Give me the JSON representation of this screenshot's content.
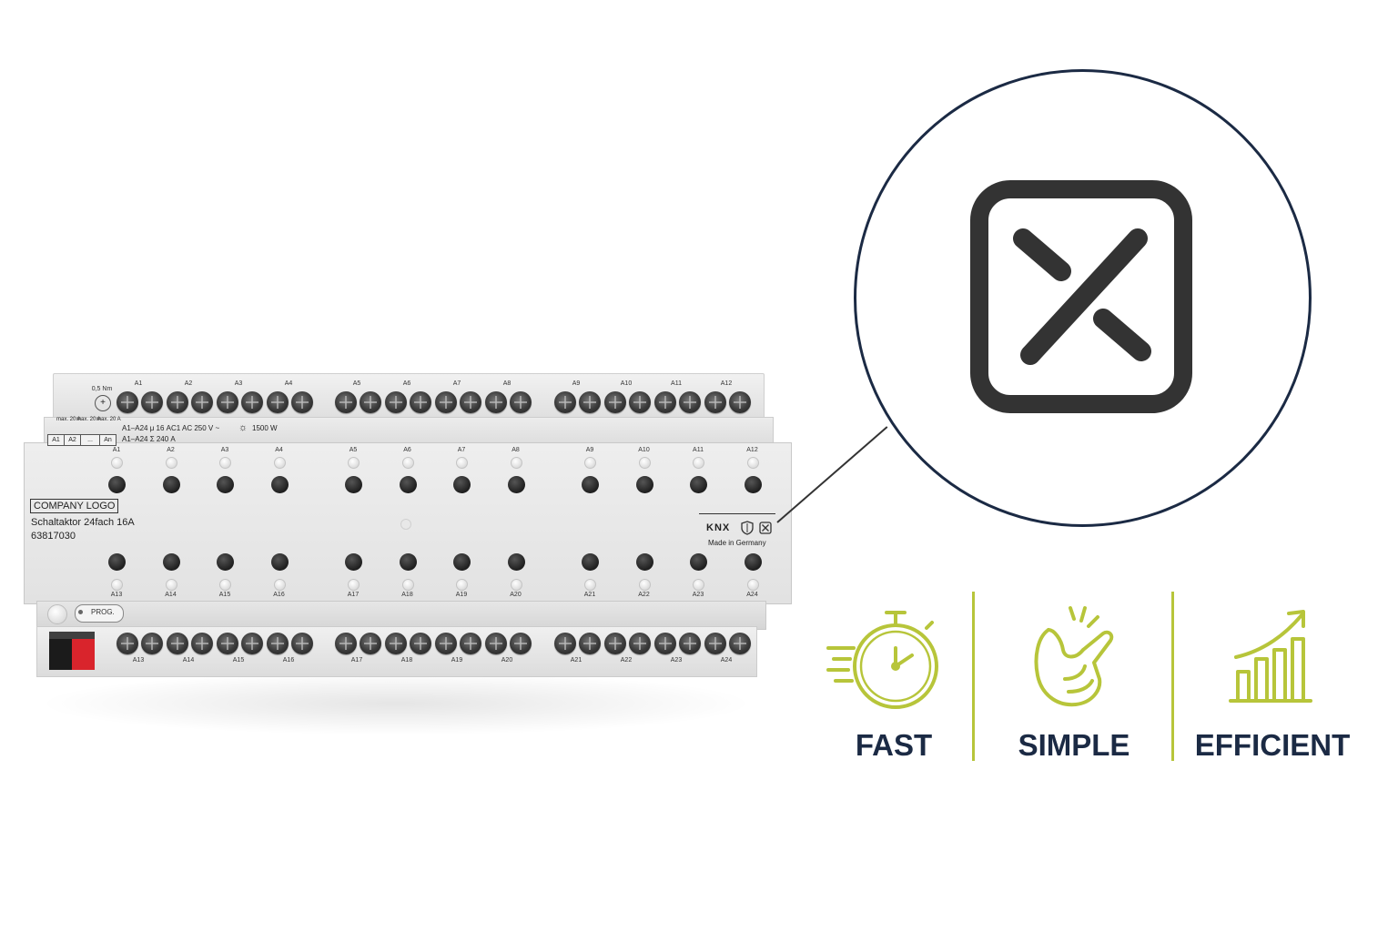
{
  "device": {
    "torque_label": "0,5 Nm",
    "top_terminals": [
      "A1",
      "A2",
      "A3",
      "A4",
      "A5",
      "A6",
      "A7",
      "A8",
      "A9",
      "A10",
      "A11",
      "A12"
    ],
    "bottom_terminals": [
      "A13",
      "A14",
      "A15",
      "A16",
      "A17",
      "A18",
      "A19",
      "A20",
      "A21",
      "A22",
      "A23",
      "A24"
    ],
    "channels_top": [
      "A1",
      "A2",
      "A3",
      "A4",
      "A5",
      "A6",
      "A7",
      "A8",
      "A9",
      "A10",
      "A11",
      "A12"
    ],
    "channels_bottom": [
      "A13",
      "A14",
      "A15",
      "A16",
      "A17",
      "A18",
      "A19",
      "A20",
      "A21",
      "A22",
      "A23",
      "A24"
    ],
    "spec_line1": "A1–A24  μ 16 AC1  AC 250 V ~",
    "spec_line2": "A1–A24  Σ  240 A",
    "lamp_rating": "1500 W",
    "max_labels": [
      "max. 20 A",
      "max. 20 A",
      "max. 20 A"
    ],
    "label_table": [
      "A1",
      "A2",
      "...",
      "An"
    ],
    "company_logo": "COMPANY LOGO",
    "product_name": "Schaltaktor 24fach 16A",
    "article_number": "63817030",
    "prog_label": "PROG.",
    "knx_label": "KNX",
    "made_in": "Made in Germany"
  },
  "zoom": {
    "icon": "x-square-icon"
  },
  "features": [
    {
      "label": "FAST",
      "icon": "stopwatch-icon"
    },
    {
      "label": "SIMPLE",
      "icon": "finger-snap-icon"
    },
    {
      "label": "EFFICIENT",
      "icon": "growth-chart-icon"
    }
  ],
  "colors": {
    "navy": "#1b2a44",
    "lime": "#b7c53a",
    "icon_dark": "#333333",
    "connector_red": "#d9242c"
  }
}
